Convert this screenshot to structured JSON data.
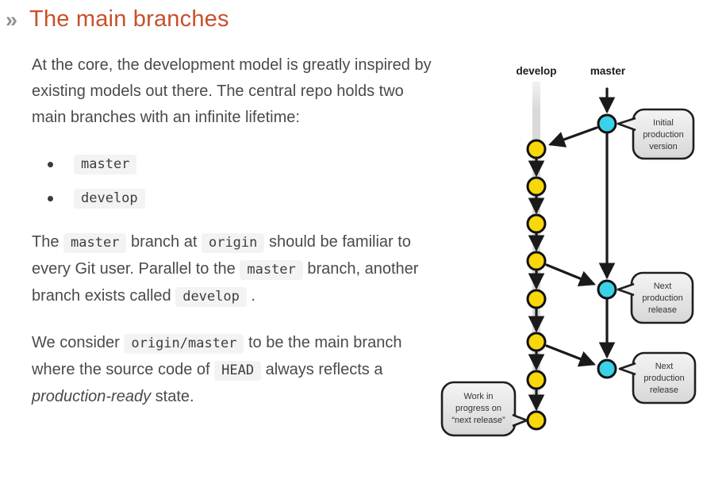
{
  "heading": {
    "marker": "»",
    "title": "The main branches",
    "color": "#c8502b"
  },
  "content": {
    "paragraphs": [
      {
        "segments": [
          {
            "type": "text",
            "text": "At the core, the development model is greatly inspired by existing models out there. The central repo holds two main branches with an infinite lifetime:"
          }
        ]
      },
      {
        "segments": [
          {
            "type": "text",
            "text": "The "
          },
          {
            "type": "code",
            "text": "master"
          },
          {
            "type": "text",
            "text": " branch at "
          },
          {
            "type": "code",
            "text": "origin"
          },
          {
            "type": "text",
            "text": " should be familiar to every Git user. Parallel to the "
          },
          {
            "type": "code",
            "text": "master"
          },
          {
            "type": "text",
            "text": " branch, another branch exists called "
          },
          {
            "type": "code",
            "text": "develop"
          },
          {
            "type": "text",
            "text": " ."
          }
        ]
      },
      {
        "segments": [
          {
            "type": "text",
            "text": "We consider "
          },
          {
            "type": "code",
            "text": "origin/master"
          },
          {
            "type": "text",
            "text": " to be the main branch where the source code of "
          },
          {
            "type": "code",
            "text": "HEAD"
          },
          {
            "type": "text",
            "text": " always reflects a "
          },
          {
            "type": "em",
            "text": "production-ready"
          },
          {
            "type": "text",
            "text": " state."
          }
        ]
      }
    ],
    "bullets": [
      {
        "code": "master"
      },
      {
        "code": "develop"
      }
    ]
  },
  "diagram": {
    "branch_labels": {
      "develop": "develop",
      "master": "master"
    },
    "commit_counts": {
      "develop": 8,
      "master": 3
    },
    "colors": {
      "develop_commit": "#f8d70b",
      "master_commit": "#3ad1e9",
      "branch_band": "#d9d9d9",
      "arrow": "#1a1a1a",
      "callout_border": "#1f1f1f"
    },
    "callouts": [
      {
        "lines": [
          "Initial",
          "production",
          "version"
        ]
      },
      {
        "lines": [
          "Next",
          "production",
          "release"
        ]
      },
      {
        "lines": [
          "Next",
          "production",
          "release"
        ]
      },
      {
        "lines": [
          "Work in",
          "progress on",
          "“next release”"
        ]
      }
    ]
  }
}
